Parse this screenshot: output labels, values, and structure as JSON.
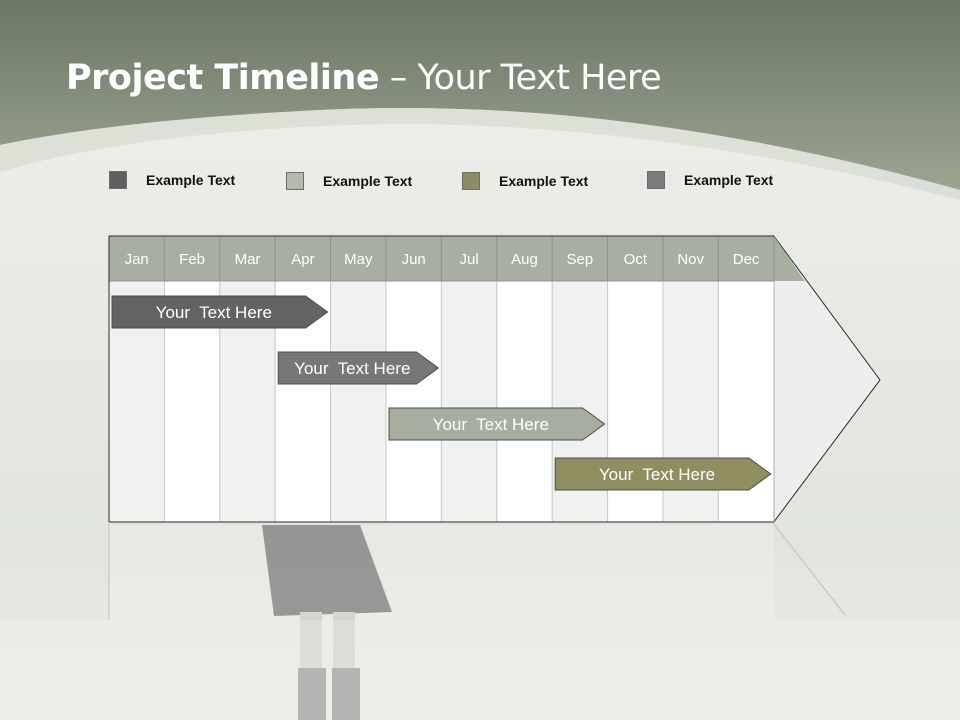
{
  "slide": {
    "title_bold": "Project Timeline",
    "title_rest": " – Your Text Here"
  },
  "legend": [
    {
      "label": "Example Text",
      "color": "#5f5f5f"
    },
    {
      "label": "Example Text",
      "color": "#b3bcab"
    },
    {
      "label": "Example Text",
      "color": "#8e8c62"
    },
    {
      "label": "Example Text",
      "color": "#7b7b7b"
    }
  ],
  "timeline": {
    "months": [
      "Jan",
      "Feb",
      "Mar",
      "Apr",
      "May",
      "Jun",
      "Jul",
      "Aug",
      "Sep",
      "Oct",
      "Nov",
      "Dec"
    ],
    "header_color": "#a8aea0",
    "tasks": [
      {
        "label": "Your  Text Here",
        "start": "Jan",
        "end": "Apr",
        "color": "#636363"
      },
      {
        "label": "Your  Text Here",
        "start": "Apr",
        "end": "Jun",
        "color": "#777777"
      },
      {
        "label": "Your  Text Here",
        "start": "Jun",
        "end": "Sep",
        "color": "#a6ae9f"
      },
      {
        "label": "Your  Text Here",
        "start": "Sep",
        "end": "Dec",
        "color": "#8f8e61"
      }
    ]
  }
}
